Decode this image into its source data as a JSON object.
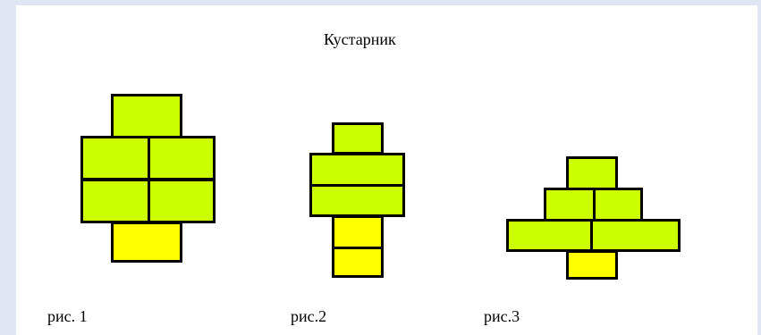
{
  "title": "Кустарник",
  "captions": [
    "рис. 1",
    "рис.2",
    "рис.3"
  ],
  "colors": {
    "foliage": "#ccff00",
    "trunk": "#ffff00",
    "outline": "#000000",
    "background": "#ffffff",
    "frame": "#dfe6f1"
  }
}
